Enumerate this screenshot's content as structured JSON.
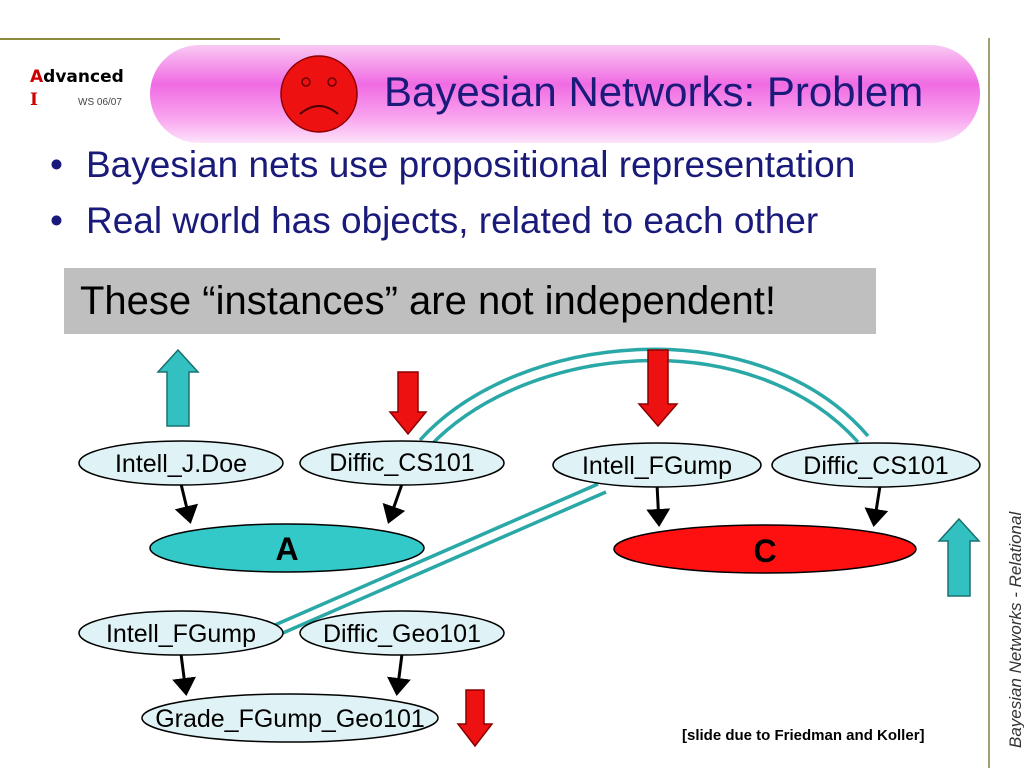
{
  "header": {
    "logo_line1_first": "A",
    "logo_line1_rest": "dvanced",
    "logo_line2": "I",
    "logo_term": "WS 06/07",
    "title": "Bayesian Networks: Problem"
  },
  "bullets": [
    "Bayesian nets use propositional representation",
    "Real world has objects, related to each other"
  ],
  "callout": "These “instances” are not independent!",
  "nodes": {
    "intell_jdoe": "Intell_J.Doe",
    "diffic_cs101_left": "Diffic_CS101",
    "intell_fgump_right": "Intell_FGump",
    "diffic_cs101_right": "Diffic_CS101",
    "grade_a": "A",
    "grade_c": "C",
    "intell_fgump_bottom": "Intell_FGump",
    "diffic_geo101": "Diffic_Geo101",
    "grade_fgump_geo101": "Grade_FGump_Geo101"
  },
  "colors": {
    "title_text": "#1a1a7a",
    "node_fill": "#dff2f5",
    "grade_a_fill": "#33c9c9",
    "grade_c_fill": "#ff1010",
    "arrow_up": "#33c0c0",
    "arrow_down": "#ee1111",
    "link_line": "#2aa8a8"
  },
  "side_caption": "Bayesian Networks  - Relational",
  "footer": "[slide due to Friedman and Koller]"
}
